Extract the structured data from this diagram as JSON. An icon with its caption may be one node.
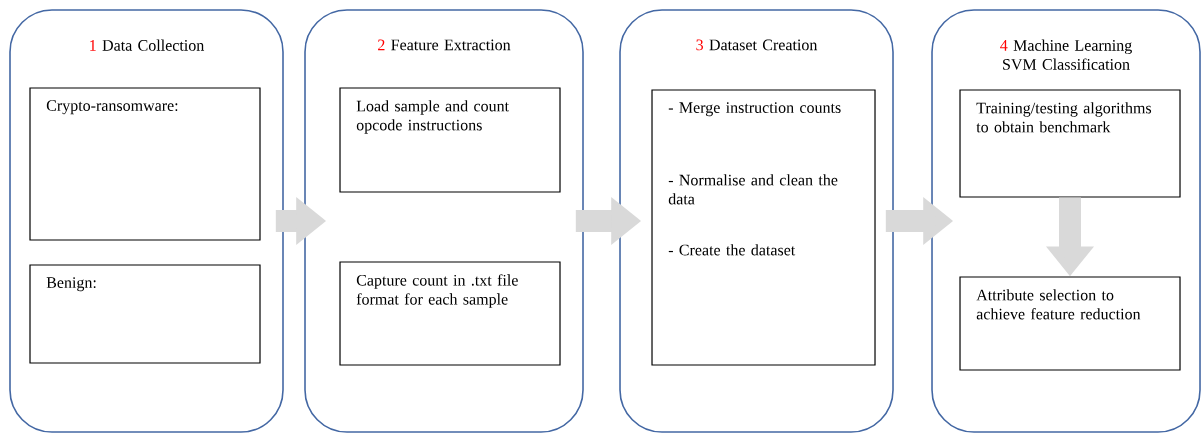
{
  "diagram": {
    "nodes": [
      {
        "text": [
          "1",
          "Data Collection"
        ]
      },
      {
        "text": [
          "Crypto-ransomware:"
        ],
        "in": 0
      },
      {
        "text": [
          "Benign:"
        ],
        "in": 0
      },
      {
        "text": [
          "2",
          "Feature Extraction"
        ]
      },
      {
        "text": [
          "Load sample and count opcode instructions"
        ],
        "in": 3
      },
      {
        "text": [
          "Capture count in .txt file format for each sample"
        ],
        "in": 3
      },
      {
        "text": [
          "3",
          "Dataset Creation"
        ]
      },
      {
        "text": [
          "- Merge instruction counts",
          "- Normalise and clean the data",
          "- Create the dataset"
        ],
        "in": 6
      },
      {
        "text": [
          "4",
          "Machine Learning SVM Classification"
        ]
      },
      {
        "text": [
          "Training/testing algorithms to obtain benchmark"
        ],
        "in": 8
      },
      {
        "text": [
          "Attribute selection to achieve feature reduction"
        ],
        "in": 8
      }
    ],
    "edges": [
      {
        "from": 0,
        "to": 3,
        "arrow": "to"
      },
      {
        "from": 3,
        "to": 6,
        "arrow": "to"
      },
      {
        "from": 6,
        "to": 8,
        "arrow": "to"
      },
      {
        "from": 9,
        "to": 10,
        "arrow": "to"
      }
    ]
  }
}
